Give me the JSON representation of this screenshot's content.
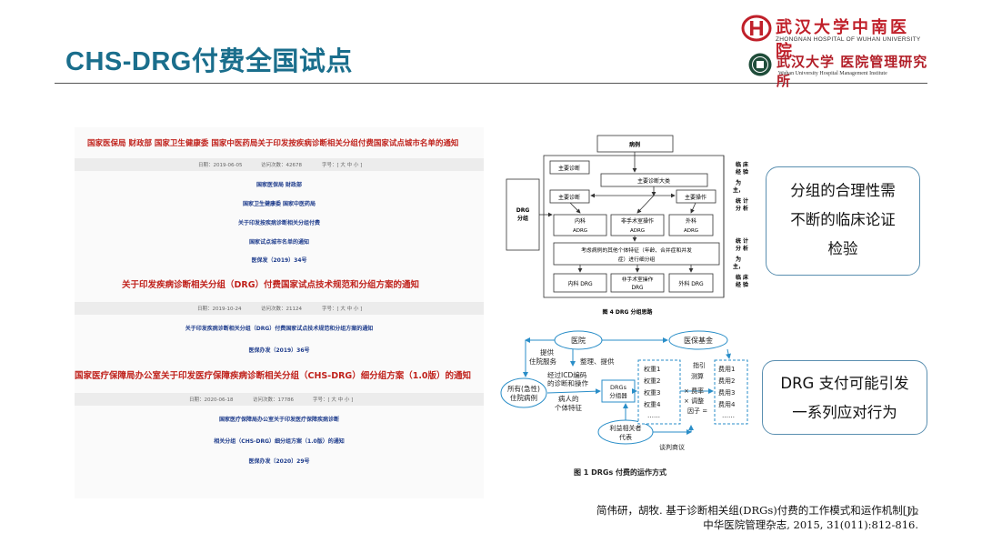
{
  "slide": {
    "title": "CHS-DRG付费全国试点",
    "page_number": "72"
  },
  "logos": {
    "hospital_name": "武汉大学中南医院",
    "hospital_en": "ZHONGNAN HOSPITAL OF WUHAN UNIVERSITY",
    "institute_name": "武汉大学 医院管理研究所",
    "institute_en": "Wuhan University Hospital Management Institute"
  },
  "notices": [
    {
      "title": "国家医保局 财政部 国家卫生健康委 国家中医药局关于印发按疾病诊断相关分组付费国家试点城市名单的通知",
      "date": "日期：2019-06-05",
      "views": "访问次数：42678",
      "fontsize": "字号：[ 大 中 小 ]",
      "lines": [
        "国家医保局 财政部",
        "国家卫生健康委 国家中医药局",
        "关于印发按疾病诊断相关分组付费",
        "国家试点城市名单的通知",
        "医保发（2019）34号"
      ]
    },
    {
      "title": "关于印发疾病诊断相关分组（DRG）付费国家试点技术规范和分组方案的通知",
      "date": "日期：2019-10-24",
      "views": "访问次数：21124",
      "fontsize": "字号：[ 大 中 小 ]",
      "lines": [
        "关于印发疾病诊断相关分组（DRG）付费国家试点技术规范和分组方案的通知",
        "医保办发（2019）36号"
      ]
    },
    {
      "title": "国家医疗保障局办公室关于印发医疗保障疾病诊断相关分组（CHS-DRG）细分组方案（1.0版）的通知",
      "date": "日期：2020-06-18",
      "views": "访问次数：17786",
      "fontsize": "字号：[ 大 中 小 ]",
      "lines": [
        "国家医疗保障局办公室关于印发医疗保障疾病诊断",
        "相关分组（CHS-DRG）细分组方案（1.0版）的通知",
        "医保办发〔2020〕29号"
      ]
    }
  ],
  "figure4": {
    "caption": "图 4   DRG 分组思路",
    "case": "病例",
    "drg_group": "DRG\n分组",
    "main_dx": "主要诊断",
    "main_dx_category": "主要诊断大类",
    "main_dx2": "主要诊断",
    "main_procedure": "主要操作",
    "adrg_internal": [
      "内科",
      "ADRG"
    ],
    "adrg_nonsurg": [
      "非手术室操作",
      "ADRG"
    ],
    "adrg_surg": [
      "外科",
      "ADRG"
    ],
    "individual": [
      "考虑病例的其他个体特征（年龄、合并症和并发",
      "症）进行细分组"
    ],
    "drg_internal": "内科 DRG",
    "drg_nonsurg": [
      "非手术室操作",
      "DRG"
    ],
    "drg_surg": "外科 DRG",
    "side_top": [
      "临",
      "床",
      "经",
      "验",
      "为",
      "主，",
      "统",
      "计",
      "分",
      "析"
    ],
    "side_bottom": [
      "统",
      "计",
      "分",
      "析",
      "为",
      "主，",
      "临",
      "床",
      "经",
      "验"
    ]
  },
  "figure1": {
    "caption": "图 1   DRGs 付费的运作方式",
    "hospital": "医院",
    "insurance_fund": "医保基金",
    "provide_service": [
      "提供",
      "住院服务"
    ],
    "organize_provide": "整理、提供",
    "patients": [
      "所有(急性)",
      "住院病例"
    ],
    "icd_process": [
      "经过ICD编码",
      "的诊断和操作"
    ],
    "patient_features": [
      "病人的",
      "个体特征"
    ],
    "grouper": [
      "DRGs",
      "分组器"
    ],
    "weights": [
      "权重1",
      "权重2",
      "权重3",
      "权重4",
      "……"
    ],
    "guide": [
      "指引",
      "测算"
    ],
    "rate": [
      "× 费率",
      "× 调整",
      "因子 ="
    ],
    "fees": [
      "费用1",
      "费用2",
      "费用3",
      "费用4",
      "……"
    ],
    "stakeholders": [
      "利益相关者",
      "代表"
    ],
    "negotiation": "谈判商议"
  },
  "callouts": {
    "grouping": [
      "分组的合理性需",
      "不断的临床论证",
      "检验"
    ],
    "payment": [
      "DRG 支付可能引发",
      "一系列应对行为"
    ]
  },
  "reference": {
    "line1": "简伟研，胡牧. 基于诊断相关组(DRGs)付费的工作模式和运作机制[J].",
    "line2": "中华医院管理杂志, 2015, 31(011):812-816."
  },
  "colors": {
    "title": "#1a6e8c",
    "notice_red": "#c0221c",
    "notice_blue": "#1e3c8c",
    "logo_red": "#c0202a",
    "callout_border": "#5a8fb0",
    "diagram_blue": "#2a8ec8"
  }
}
